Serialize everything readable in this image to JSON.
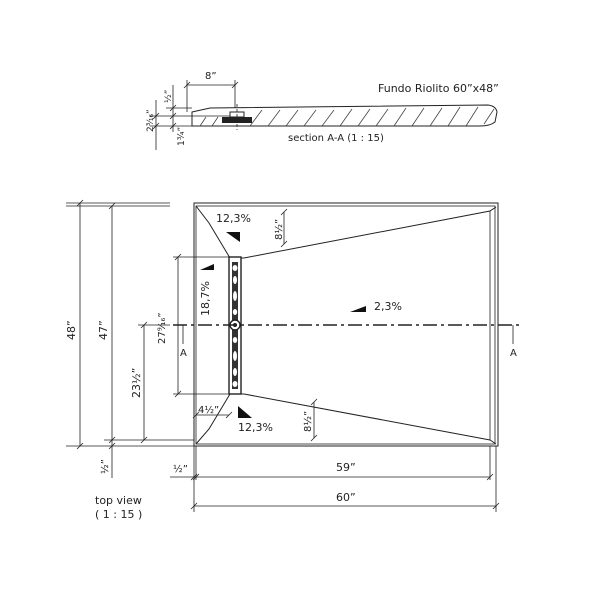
{
  "drawing": {
    "title": "Fundo Riolito 60”x48”",
    "section_label": "section A-A (1 : 15)",
    "view_label_line1": "top view",
    "view_label_line2": "( 1 : 15 )"
  },
  "section": {
    "dim_top": "8”",
    "dim_left_upper": "½”",
    "dim_left_mid": "2³⁄₁₆”",
    "dim_left_lower": "1¾”"
  },
  "top_view": {
    "slope_top": "12,3%",
    "slope_bottom": "12,3%",
    "slope_side": "18,7%",
    "slope_main": "2,3%",
    "dim_top_wedge": "8½”",
    "dim_bottom_wedge": "8½”",
    "dim_drain_offset": "4½”",
    "dim_drain_length": "27⁹⁄₁₆”",
    "dim_height_total": "48”",
    "dim_height_inner": "47”",
    "dim_height_partial": "23½”",
    "dim_bottom_margin": "½”",
    "dim_left_margin": "½”",
    "dim_width_inner": "59”",
    "dim_width_total": "60”",
    "section_mark_left": "A",
    "section_mark_right": "A"
  }
}
